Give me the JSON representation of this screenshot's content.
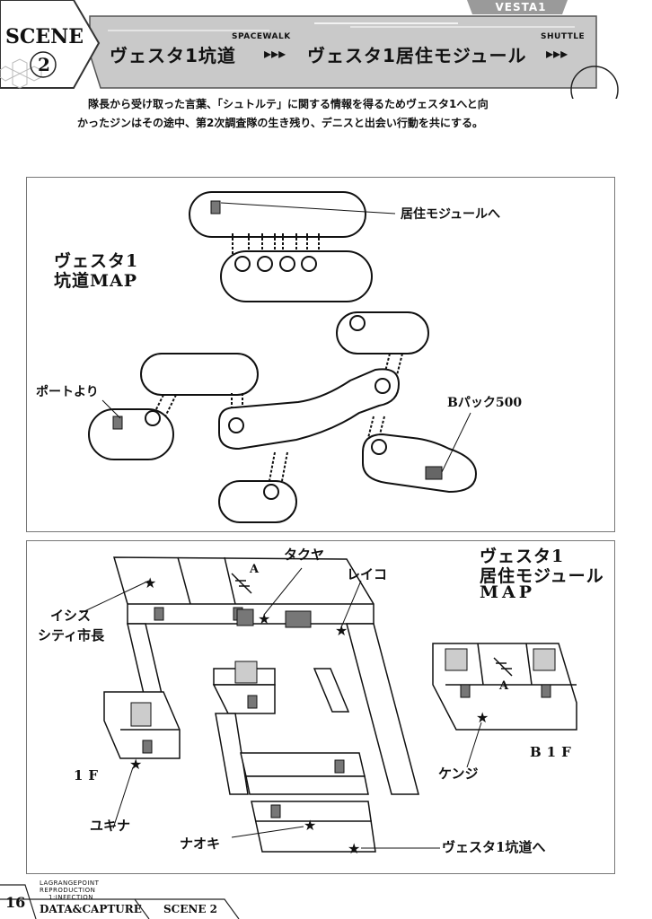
{
  "header": {
    "tab_label": "VESTA1",
    "scene_label": "SCENE",
    "scene_number": "2",
    "route_from_caption": "SPACEWALK",
    "route_from": "ヴェスタ1坑道",
    "arrows": "▸▸▸",
    "route_to_caption": "SHUTTLE",
    "route_to": "ヴェスタ1居住モジュール"
  },
  "intro": {
    "line1": "隊長から受け取った言葉、「シュトルテ」に関する情報を得るためヴェスタ1へと向",
    "line2": "かったジンはその途中、第2次調査隊の生き残り、デニスと出会い行動を共にする。"
  },
  "tunnel_map": {
    "title_line1": "ヴェスタ1",
    "title_line2": "坑道MAP",
    "label_residential": "居住モジュールへ",
    "label_port": "ポートより",
    "label_bpack": "Bパック500"
  },
  "residential_map": {
    "title_line1": "ヴェスタ1",
    "title_line2": "居住モジュール",
    "title_line3": "MAP",
    "label_takuya": "タクヤ",
    "label_reiko": "レイコ",
    "label_isis_line1": "イシス",
    "label_isis_line2": "シティ市長",
    "label_floor1": "1F",
    "label_yukina": "ユキナ",
    "label_naoki": "ナオキ",
    "label_to_tunnel": "ヴェスタ1坑道へ",
    "label_kenji": "ケンジ",
    "label_b1f": "B1F",
    "label_a_1f": "A",
    "label_a_b1f": "A"
  },
  "footer": {
    "page_number": "16",
    "series_line1": "LAGRANGEPOINT",
    "series_line2": "REPRODUCTION",
    "series_line3": "1:INFECTION",
    "section_label": "DATA&CAPTURE",
    "scene_label": "SCENE 2"
  }
}
